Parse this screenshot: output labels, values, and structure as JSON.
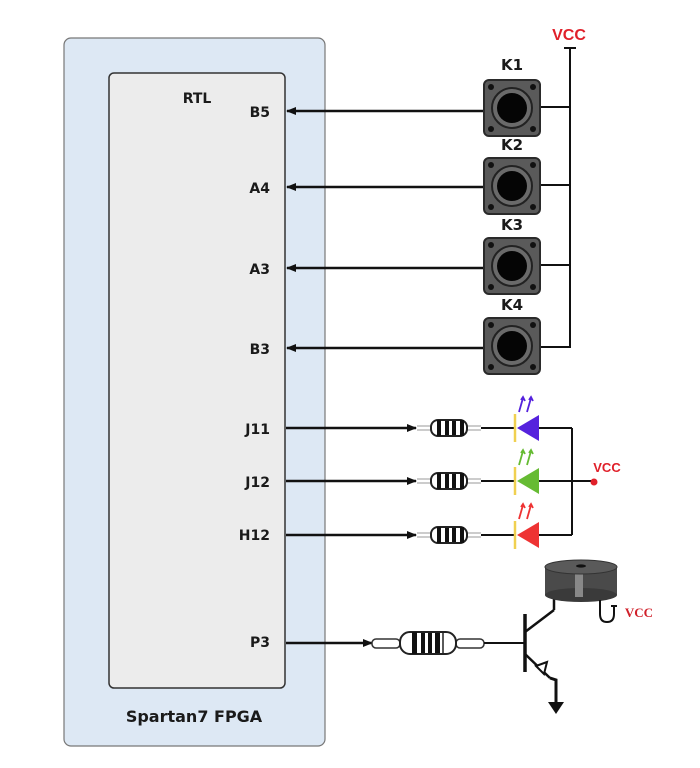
{
  "fpga": {
    "label": "Spartan7 FPGA",
    "inner_label": "RTL",
    "colors": {
      "outer_fill": "#dde8f4",
      "inner_fill": "#ececec",
      "stroke": "#333333"
    }
  },
  "pins": {
    "b5": "B5",
    "a4": "A4",
    "a3": "A3",
    "b3": "B3",
    "j11": "J11",
    "j12": "J12",
    "h12": "H12",
    "p3": "P3"
  },
  "keys": {
    "k1": "K1",
    "k2": "K2",
    "k3": "K3",
    "k4": "K4"
  },
  "vcc": {
    "keys": "VCC",
    "leds": "VCC",
    "buzzer": "VCC",
    "color": "#e0202a"
  },
  "leds": {
    "colors": {
      "j11": "#5522dd",
      "j12": "#66bb33",
      "h12": "#ee3333"
    }
  }
}
